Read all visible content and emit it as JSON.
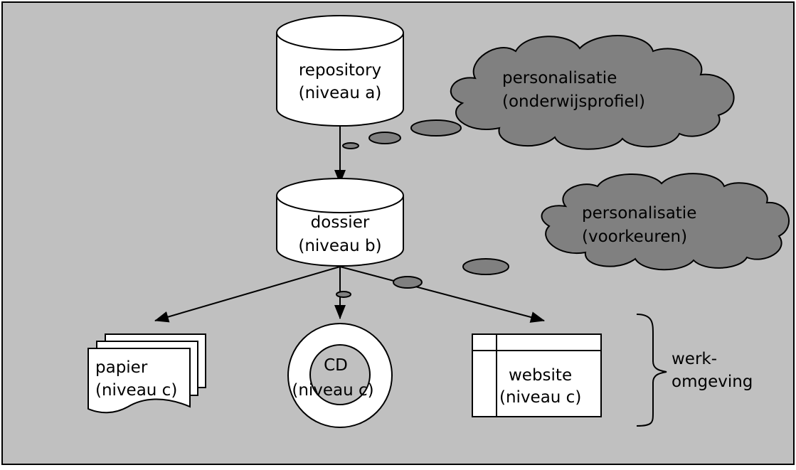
{
  "colors": {
    "background": "#c0c0c0",
    "cloud_fill": "#808080",
    "shape_fill": "#ffffff",
    "stroke": "#000000"
  },
  "nodes": {
    "repository": {
      "line1": "repository",
      "line2": "(niveau a)"
    },
    "dossier": {
      "line1": "dossier",
      "line2": "(niveau b)"
    },
    "papier": {
      "line1": "papier",
      "line2": "(niveau c)"
    },
    "cd": {
      "line1": "CD",
      "line2": "(niveau c)"
    },
    "website": {
      "line1": "website",
      "line2": "(niveau c)"
    }
  },
  "clouds": {
    "profile": {
      "line1": "personalisatie",
      "line2": "(onderwijsprofiel)"
    },
    "preferences": {
      "line1": "personalisatie",
      "line2": "(voorkeuren)"
    }
  },
  "brace_label": {
    "line1": "werk-",
    "line2": "omgeving"
  }
}
